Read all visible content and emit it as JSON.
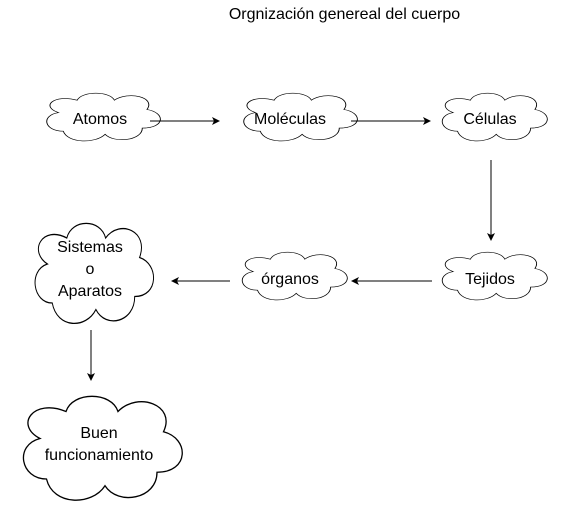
{
  "title": "Orgnización genereal del cuerpo",
  "nodes": {
    "atomos": "Atomos",
    "moleculas": "Moléculas",
    "celulas": "Células",
    "tejidos": "Tejidos",
    "organos": "órganos",
    "sistemas": [
      "Sistemas",
      "o",
      "Aparatos"
    ],
    "buen_funcionamiento": [
      "Buen",
      "funcionamiento"
    ]
  },
  "edges": [
    [
      "atomos",
      "moleculas"
    ],
    [
      "moleculas",
      "celulas"
    ],
    [
      "celulas",
      "tejidos"
    ],
    [
      "tejidos",
      "organos"
    ],
    [
      "organos",
      "sistemas"
    ],
    [
      "sistemas",
      "buen_funcionamiento"
    ]
  ]
}
